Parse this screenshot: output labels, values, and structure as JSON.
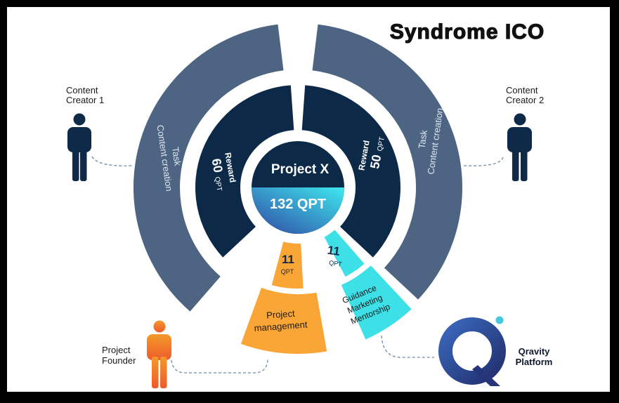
{
  "title": "Syndrome ICO",
  "center": {
    "label": "Project X",
    "amount": "132 QPT"
  },
  "outer_arcs": [
    {
      "task": "Task",
      "activity": "Content creation"
    },
    {
      "task": "Task",
      "activity": "Content creation"
    }
  ],
  "reward_arcs": [
    {
      "label": "Reward",
      "value": "60",
      "unit": "QPT"
    },
    {
      "label": "Reward",
      "value": "50",
      "unit": "QPT"
    }
  ],
  "small_segments": [
    {
      "value": "11",
      "unit": "QPT"
    },
    {
      "value": "11",
      "unit": "QPT"
    }
  ],
  "service_segments": [
    {
      "lines": [
        "Project",
        "management"
      ]
    },
    {
      "lines": [
        "Guidance",
        "Marketing",
        "Mentorship"
      ]
    }
  ],
  "people": {
    "creator1": {
      "lines": [
        "Content",
        "Creator 1"
      ]
    },
    "creator2": {
      "lines": [
        "Content",
        "Creator 2"
      ]
    },
    "founder": {
      "lines": [
        "Project",
        "Founder"
      ]
    }
  },
  "platform": {
    "lines": [
      "Qravity",
      "Platform"
    ]
  },
  "colors": {
    "navy": "#0c2a47",
    "slate": "#4d6582",
    "orange": "#f9a636",
    "cyan": "#3ce0e6",
    "person_navy": "#0e2a48",
    "person_orange": "#f26a2a",
    "gradient_start": "#2f47a3",
    "gradient_end": "#3fe8ef"
  }
}
